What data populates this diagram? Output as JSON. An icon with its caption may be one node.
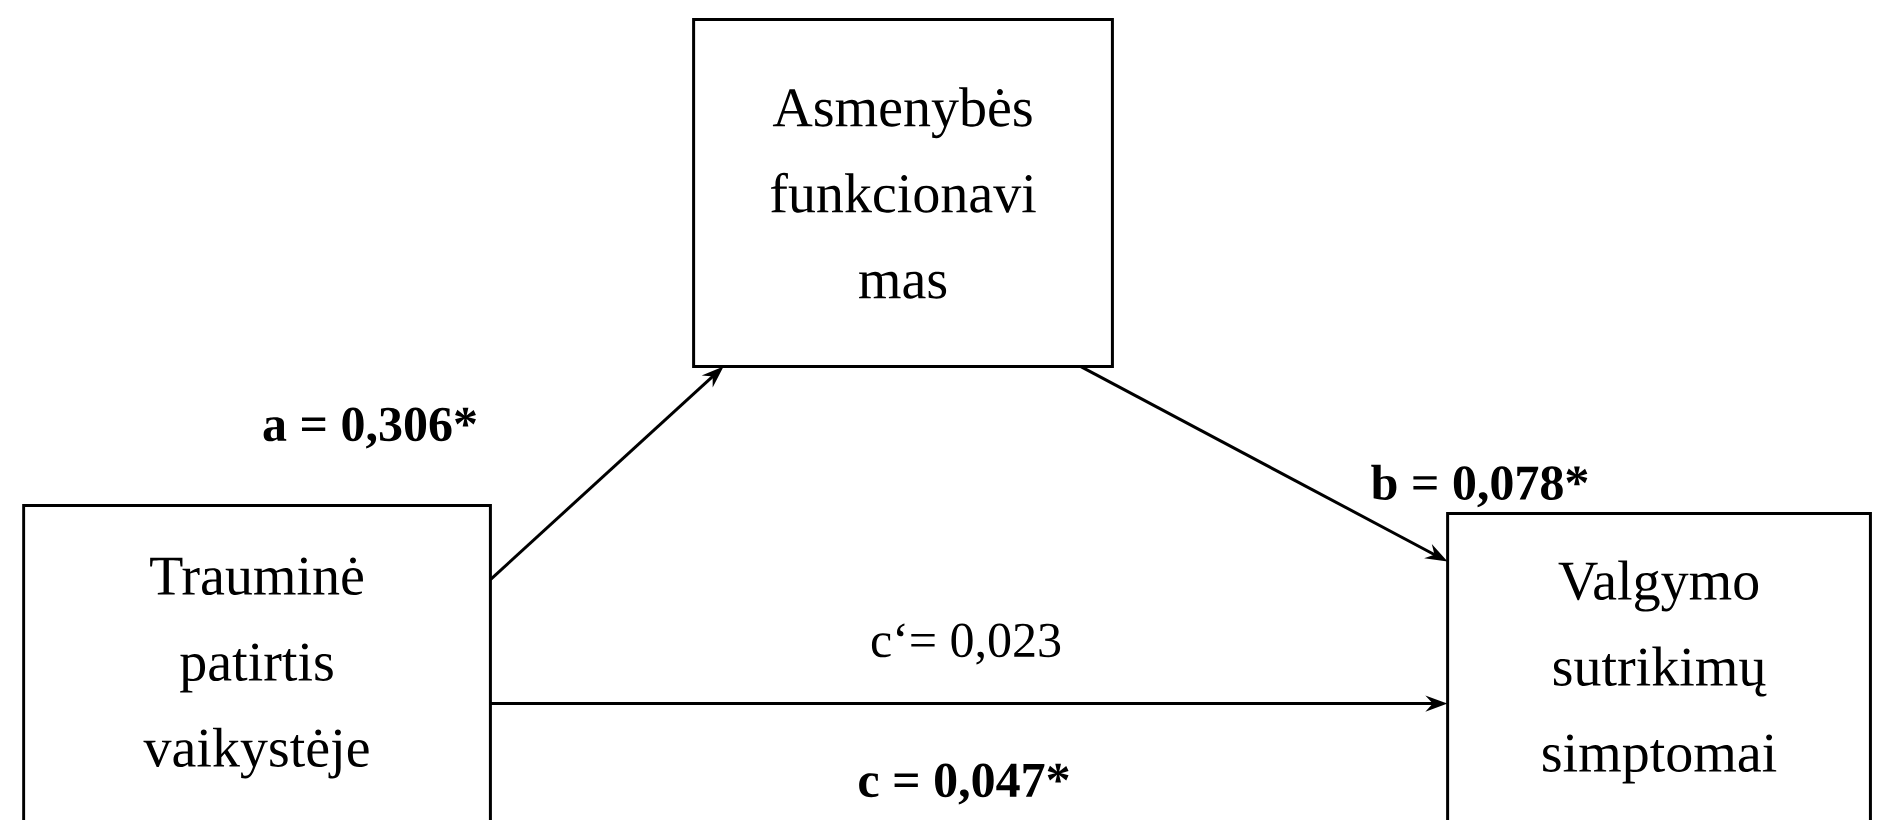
{
  "diagram": {
    "nodes": [
      {
        "text": [
          "Asmenybės funkcionavi mas"
        ]
      },
      {
        "text": [
          "Trauminė patirtis vaikystėje"
        ]
      },
      {
        "text": [
          "Valgymo sutrikimų simptomai"
        ]
      }
    ],
    "edges": [
      {
        "from": 1,
        "to": 0,
        "arrow": "to",
        "label": "a = 0,306*"
      },
      {
        "from": 0,
        "to": 2,
        "arrow": "to",
        "label": "b = 0,078*"
      },
      {
        "from": 1,
        "to": 2,
        "arrow": "to",
        "label": "c‘= 0,023"
      }
    ],
    "labels": [
      "c = 0,047*"
    ]
  }
}
